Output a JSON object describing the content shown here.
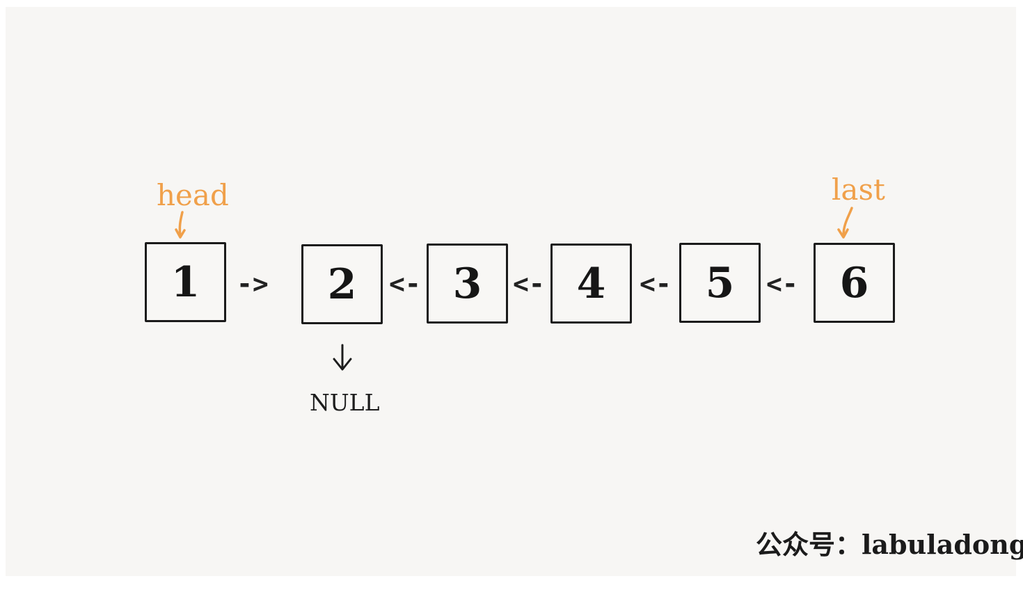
{
  "nodes": [
    {
      "value": "1"
    },
    {
      "value": "2"
    },
    {
      "value": "3"
    },
    {
      "value": "4"
    },
    {
      "value": "5"
    },
    {
      "value": "6"
    }
  ],
  "links": [
    {
      "from": "1",
      "to": "2",
      "symbol": "->"
    },
    {
      "from": "3",
      "to": "2",
      "symbol": "<-"
    },
    {
      "from": "4",
      "to": "3",
      "symbol": "<-"
    },
    {
      "from": "5",
      "to": "4",
      "symbol": "<-"
    },
    {
      "from": "6",
      "to": "5",
      "symbol": "<-"
    }
  ],
  "pointers": {
    "head": {
      "label": "head",
      "target": "1"
    },
    "last": {
      "label": "last",
      "target": "6"
    }
  },
  "null_pointer": {
    "label": "NULL",
    "source": "2"
  },
  "watermark": "公众号：labuladong",
  "colors": {
    "pointer": "#f0a04a",
    "ink": "#1b1b1b",
    "paper": "#f7f6f4"
  }
}
